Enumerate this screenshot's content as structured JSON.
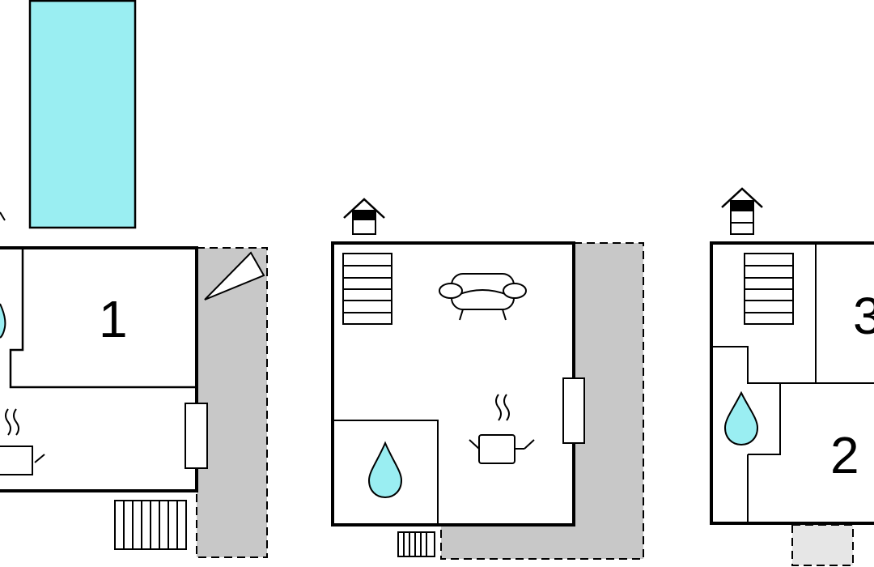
{
  "rooms": {
    "room_1": "1",
    "room_2": "2",
    "room_3": "3"
  },
  "colors": {
    "water": "#9aeef2",
    "terrace": "#c8c8c8",
    "terrace_light": "#e6e6e6",
    "walls": "#000000",
    "background": "#ffffff"
  },
  "icons": [
    "pool-icon",
    "entrance-icon",
    "stairs-icon",
    "sofa-icon",
    "kitchen-pot-icon",
    "bathroom-drop-icon",
    "radiator-icon",
    "window-icon",
    "terrace-area",
    "umbrella-triangle-icon"
  ]
}
